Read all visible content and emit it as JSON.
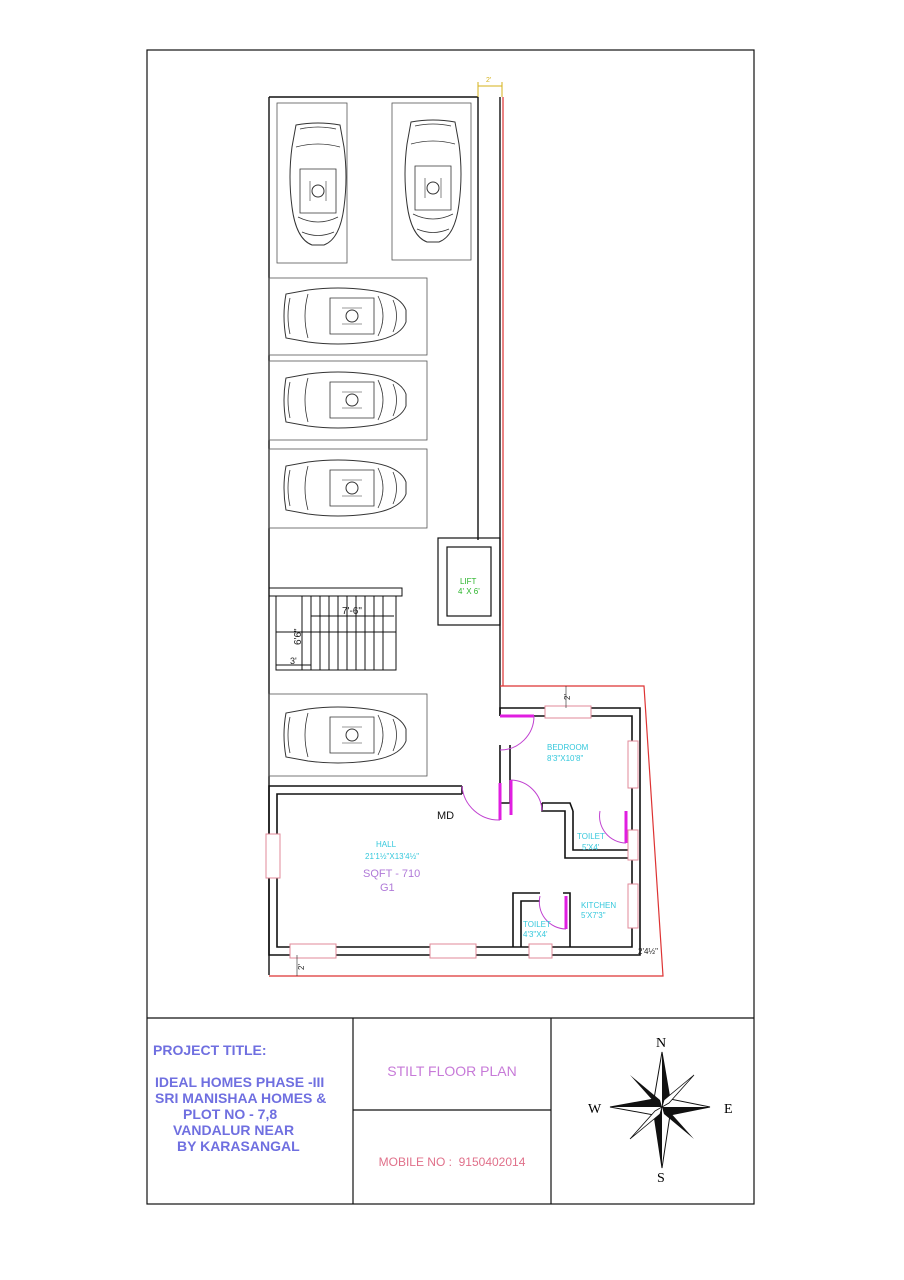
{
  "plan": {
    "top_dimension": "2'",
    "lift": {
      "label": "LIFT",
      "size": "4' X 6'"
    },
    "stairs": {
      "length": "7'-6\"",
      "width": "6'6\"",
      "landing": "3'"
    },
    "rooms": {
      "bedroom": {
        "label": "BEDROOM",
        "size": "8'3\"X10'8\""
      },
      "toilet1": {
        "label": "TOILET",
        "size": "5'X4'"
      },
      "kitchen": {
        "label": "KITCHEN",
        "size": "5'X7'3\""
      },
      "toilet2": {
        "label": "TOILET",
        "size": "4'3\"X4'"
      },
      "hall": {
        "label": "HALL",
        "size": "21'1½\"X13'4½\"",
        "sqft": "SQFT - 710",
        "unit": "G1"
      }
    },
    "main_door": "MD",
    "setback_top": "2'",
    "setback_bottom": "2'",
    "setback_right": "2'4½\""
  },
  "title_block": {
    "project_title_label": "PROJECT TITLE:",
    "project_lines": [
      "IDEAL HOMES PHASE -III",
      "SRI MANISHAA HOMES &",
      "PLOT NO - 7,8",
      "VANDALUR NEAR",
      "BY KARASANGAL"
    ],
    "drawing_title": "STILT FLOOR PLAN",
    "mobile": "MOBILE NO :  9150402014",
    "compass": {
      "n": "N",
      "s": "S",
      "e": "E",
      "w": "W"
    }
  }
}
